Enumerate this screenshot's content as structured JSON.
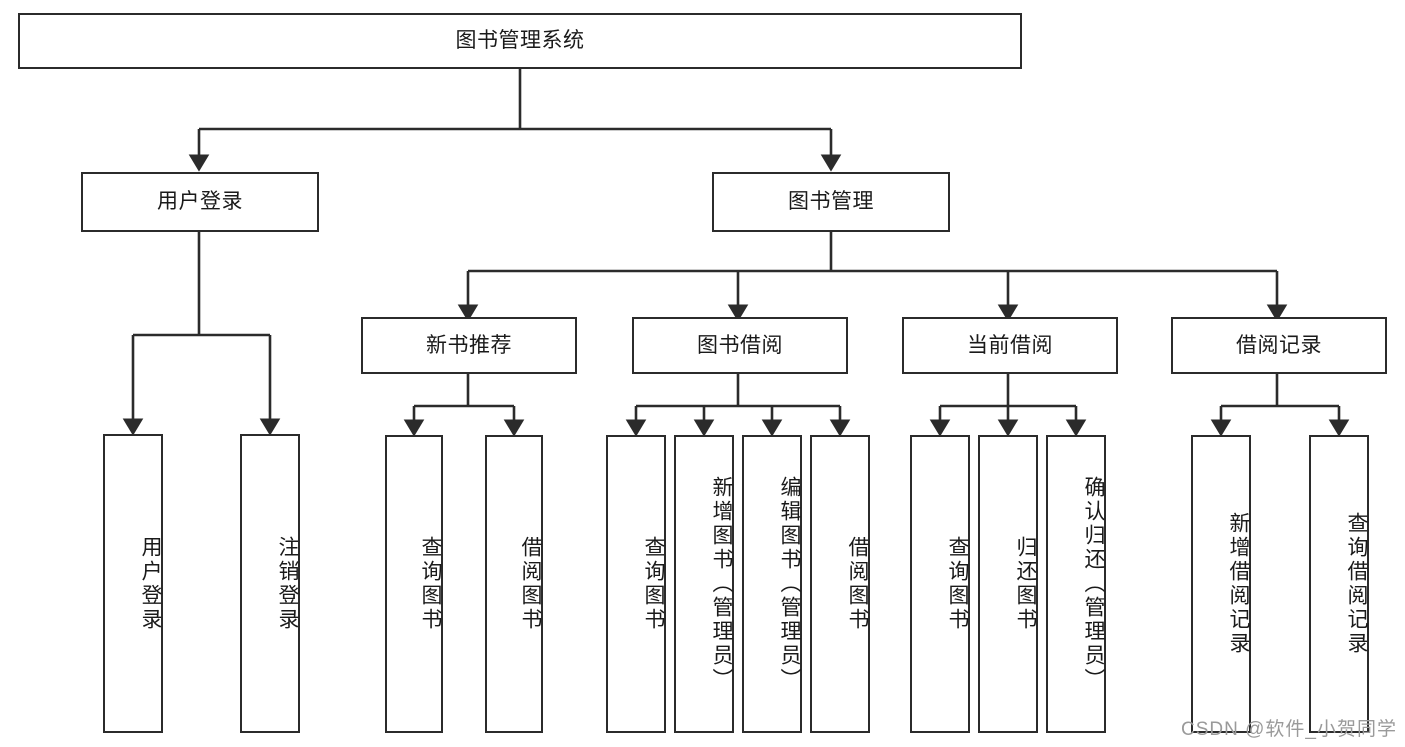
{
  "diagram": {
    "title": "图书管理系统",
    "watermark": "CSDN @软件_小贺同学",
    "type": "tree",
    "stroke_color": "#2b2b2b",
    "background_color": "#ffffff",
    "nodes": {
      "root": {
        "label": "图书管理系统"
      },
      "level2": [
        {
          "id": "user-login",
          "label": "用户登录"
        },
        {
          "id": "book-manage",
          "label": "图书管理"
        }
      ],
      "level3": [
        {
          "id": "new-book-recommend",
          "label": "新书推荐"
        },
        {
          "id": "book-borrow",
          "label": "图书借阅"
        },
        {
          "id": "current-borrow",
          "label": "当前借阅"
        },
        {
          "id": "borrow-record",
          "label": "借阅记录"
        }
      ],
      "leaves": {
        "user-login": [
          {
            "id": "leaf-user-login",
            "label": "用户登录"
          },
          {
            "id": "leaf-logout-login",
            "label": "注销登录"
          }
        ],
        "new-book-recommend": [
          {
            "id": "leaf-query-book-1",
            "label": "查询图书"
          },
          {
            "id": "leaf-borrow-book-1",
            "label": "借阅图书"
          }
        ],
        "book-borrow": [
          {
            "id": "leaf-query-book-2",
            "label": "查询图书"
          },
          {
            "id": "leaf-add-book",
            "label": "新增图书（管理员）"
          },
          {
            "id": "leaf-edit-book",
            "label": "编辑图书（管理员）"
          },
          {
            "id": "leaf-borrow-book-2",
            "label": "借阅图书"
          }
        ],
        "current-borrow": [
          {
            "id": "leaf-query-book-3",
            "label": "查询图书"
          },
          {
            "id": "leaf-return-book",
            "label": "归还图书"
          },
          {
            "id": "leaf-confirm-return",
            "label": "确认归还（管理员）"
          }
        ],
        "borrow-record": [
          {
            "id": "leaf-add-record",
            "label": "新增借阅记录"
          },
          {
            "id": "leaf-query-record",
            "label": "查询借阅记录"
          }
        ]
      }
    }
  }
}
